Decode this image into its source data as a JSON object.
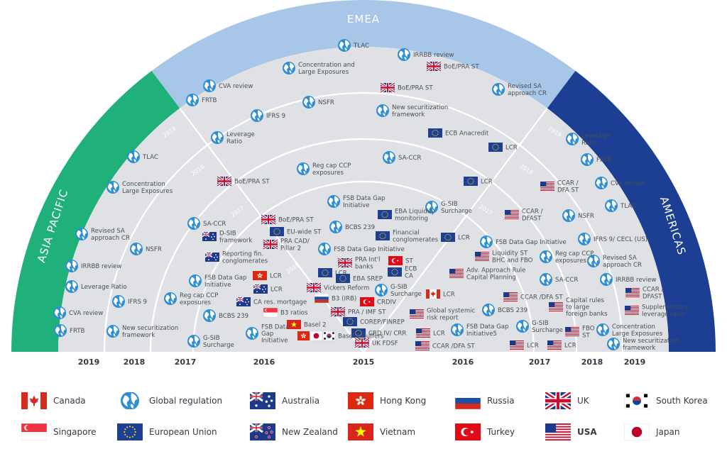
{
  "regions": {
    "emea": "EMEA",
    "asia_pacific": "ASIA PACIFIC",
    "americas": "AMERICAS"
  },
  "bottom_years": [
    "2019",
    "2018",
    "2017",
    "2016",
    "2015",
    "2016",
    "2017",
    "2018",
    "2019"
  ],
  "ring_years": [
    "2019",
    "2018",
    "2017",
    "2016",
    "2017",
    "2018",
    "2019"
  ],
  "items": [
    {
      "lines": [
        "TLAC"
      ],
      "icon": "global"
    },
    {
      "lines": [
        "IRRBB review"
      ],
      "icon": "global"
    },
    {
      "lines": [
        "BoE/PRA ST"
      ],
      "icon": "uk"
    },
    {
      "lines": [
        "Concentration and",
        "Large Exposures"
      ],
      "icon": "global"
    },
    {
      "lines": [
        "CVA review"
      ],
      "icon": "global"
    },
    {
      "lines": [
        "FRTB"
      ],
      "icon": "global"
    },
    {
      "lines": [
        "BoE/PRA ST"
      ],
      "icon": "uk"
    },
    {
      "lines": [
        "Revised SA",
        "approach CR"
      ],
      "icon": "global"
    },
    {
      "lines": [
        "IFRS 9"
      ],
      "icon": "global"
    },
    {
      "lines": [
        "NSFR"
      ],
      "icon": "global"
    },
    {
      "lines": [
        "New securitization",
        "framework"
      ],
      "icon": "global"
    },
    {
      "lines": [
        "Leverage",
        "Ratio"
      ],
      "icon": "global"
    },
    {
      "lines": [
        "ECB Anacredit"
      ],
      "icon": "eu"
    },
    {
      "lines": [
        "LCR"
      ],
      "icon": "eu"
    },
    {
      "lines": [
        "SA-CCR"
      ],
      "icon": "global"
    },
    {
      "lines": [
        "Reg cap CCP",
        "exposures"
      ],
      "icon": "global"
    },
    {
      "lines": [
        "BoE/PRA ST"
      ],
      "icon": "uk"
    },
    {
      "lines": [
        "LCR"
      ],
      "icon": "eu"
    },
    {
      "lines": [
        "FSB Data Gap",
        "Initiative"
      ],
      "icon": "global"
    },
    {
      "lines": [
        "G-SIB",
        "Surcharge"
      ],
      "icon": "global"
    },
    {
      "lines": [
        "EBA Liquidity",
        "monitoring"
      ],
      "icon": "eu"
    },
    {
      "lines": [
        "BoE/PRA ST"
      ],
      "icon": "uk"
    },
    {
      "lines": [
        "BCBS 239"
      ],
      "icon": "global"
    },
    {
      "lines": [
        "EU-wide ST"
      ],
      "icon": "eu"
    },
    {
      "lines": [
        "Financial",
        "conglomerates"
      ],
      "icon": "eu"
    },
    {
      "lines": [
        "LCR"
      ],
      "icon": "eu"
    },
    {
      "lines": [
        "PRA CAD/",
        "Pillar 2"
      ],
      "icon": "uk"
    },
    {
      "lines": [
        "FSB Data Gap Initiative"
      ],
      "icon": "global"
    },
    {
      "lines": [
        "PRA Int'l",
        "banks"
      ],
      "icon": "uk"
    },
    {
      "lines": [
        "ST"
      ],
      "icon": "turkey"
    },
    {
      "lines": [
        "LCR"
      ],
      "icon": "eu"
    },
    {
      "lines": [
        "EBA SREP"
      ],
      "icon": "eu"
    },
    {
      "lines": [
        "ECB",
        "CA"
      ],
      "icon": "eu"
    },
    {
      "lines": [
        "Vickers Reform"
      ],
      "icon": "uk"
    },
    {
      "lines": [
        "G-SIB",
        "Surcharge"
      ],
      "icon": "global"
    },
    {
      "lines": [
        "B3 (IRB)"
      ],
      "icon": "russia"
    },
    {
      "lines": [
        "CRDIV"
      ],
      "icon": "turkey"
    },
    {
      "lines": [
        "PRA / IMF ST"
      ],
      "icon": "uk"
    },
    {
      "lines": [
        "COREP/FINREP"
      ],
      "icon": "eu"
    },
    {
      "lines": [
        "CRD IV/ CRR"
      ],
      "icon": "eu"
    },
    {
      "lines": [
        "UK FDSF"
      ],
      "icon": "uk"
    },
    {
      "lines": [
        "TLAC"
      ],
      "icon": "global"
    },
    {
      "lines": [
        "Concentration",
        "Large Exposures"
      ],
      "icon": "global"
    },
    {
      "lines": [
        "Revised SA",
        "approach CR"
      ],
      "icon": "global"
    },
    {
      "lines": [
        "NSFR"
      ],
      "icon": "global"
    },
    {
      "lines": [
        "IRRBB review"
      ],
      "icon": "global"
    },
    {
      "lines": [
        "Leverage Ratio"
      ],
      "icon": "global"
    },
    {
      "lines": [
        "IFRS 9"
      ],
      "icon": "global"
    },
    {
      "lines": [
        "CVA review"
      ],
      "icon": "global"
    },
    {
      "lines": [
        "FRTB"
      ],
      "icon": "global"
    },
    {
      "lines": [
        "New securitization",
        "framework"
      ],
      "icon": "global"
    },
    {
      "lines": [
        "SA-CCR"
      ],
      "icon": "global"
    },
    {
      "lines": [
        "D-SIB",
        "framework"
      ],
      "icon": "australia"
    },
    {
      "lines": [
        "Reporting fin.",
        "conglomerates"
      ],
      "icon": "australia"
    },
    {
      "lines": [
        "FSB Data Gap",
        "Initiative"
      ],
      "icon": "global"
    },
    {
      "lines": [
        "LCR"
      ],
      "icon": "hongkong"
    },
    {
      "lines": [
        "LCR"
      ],
      "icon": "australia"
    },
    {
      "lines": [
        "Reg cap CCP",
        "exposures"
      ],
      "icon": "global"
    },
    {
      "lines": [
        "CA res. mortgage"
      ],
      "icon": "australia"
    },
    {
      "lines": [
        "BCBS 239"
      ],
      "icon": "global"
    },
    {
      "lines": [
        "B3 ratios"
      ],
      "icon": "singapore"
    },
    {
      "lines": [
        "Basel 2"
      ],
      "icon": "vietnam"
    },
    {
      "lines": [
        "FSB Data",
        "Gap",
        "Initiative"
      ],
      "icon": "global"
    },
    {
      "lines": [
        "G-SIB",
        "Surcharge"
      ],
      "icon": "global"
    },
    {
      "lines": [
        "Basel 3 buffers"
      ],
      "icon": "hk-jp-kr"
    },
    {
      "lines": [
        "Leverage",
        "Ratio"
      ],
      "icon": "global"
    },
    {
      "lines": [
        "FRTB"
      ],
      "icon": "global"
    },
    {
      "lines": [
        "CVA review"
      ],
      "icon": "global"
    },
    {
      "lines": [
        "TLAC"
      ],
      "icon": "global"
    },
    {
      "lines": [
        "CCAR /",
        "DFA ST"
      ],
      "icon": "usa"
    },
    {
      "lines": [
        "NSFR"
      ],
      "icon": "global"
    },
    {
      "lines": [
        "CCAR /",
        "DFAST"
      ],
      "icon": "usa"
    },
    {
      "lines": [
        "IFRS 9/ CECL (US)"
      ],
      "icon": "global"
    },
    {
      "lines": [
        "FSB Data Gap Initiative"
      ],
      "icon": "global"
    },
    {
      "lines": [
        "Liquidity ST",
        "BHC and FBO"
      ],
      "icon": "usa"
    },
    {
      "lines": [
        "Reg cap CCP",
        "exposures"
      ],
      "icon": "global"
    },
    {
      "lines": [
        "Revised SA",
        "approach CR"
      ],
      "icon": "global"
    },
    {
      "lines": [
        "SA-CCR"
      ],
      "icon": "global"
    },
    {
      "lines": [
        "Adv. Approach Rule",
        "Capital Planning"
      ],
      "icon": "usa"
    },
    {
      "lines": [
        "IRRBB review"
      ],
      "icon": "global"
    },
    {
      "lines": [
        "CCAR /DFA ST"
      ],
      "icon": "usa"
    },
    {
      "lines": [
        "LCR"
      ],
      "icon": "canada"
    },
    {
      "lines": [
        "CCAR /",
        "DFAST"
      ],
      "icon": "usa"
    },
    {
      "lines": [
        "BCBS 239"
      ],
      "icon": "global"
    },
    {
      "lines": [
        "Capital rules",
        "to large",
        "foreign banks"
      ],
      "icon": "usa"
    },
    {
      "lines": [
        "Supplementary",
        "leverage ratio"
      ],
      "icon": "usa"
    },
    {
      "lines": [
        "Global systemic",
        "risk report"
      ],
      "icon": "usa"
    },
    {
      "lines": [
        "G-SIB",
        "Surcharge"
      ],
      "icon": "global"
    },
    {
      "lines": [
        "Concentration",
        "Large Exposures"
      ],
      "icon": "global"
    },
    {
      "lines": [
        "FSB Data Gap",
        "Initiative5"
      ],
      "icon": "global"
    },
    {
      "lines": [
        "FBO",
        "ST"
      ],
      "icon": "usa"
    },
    {
      "lines": [
        "LCR"
      ],
      "icon": "usa"
    },
    {
      "lines": [
        "New securitization",
        "framework"
      ],
      "icon": "global"
    },
    {
      "lines": [
        "LCR"
      ],
      "icon": "usa"
    },
    {
      "lines": [
        "LCR"
      ],
      "icon": "usa"
    },
    {
      "lines": [
        "CCAR /DFA ST"
      ],
      "icon": "usa"
    }
  ],
  "legend": [
    {
      "label": "Canada",
      "icon": "canada"
    },
    {
      "label": "Global regulation",
      "icon": "global"
    },
    {
      "label": "Australia",
      "icon": "australia"
    },
    {
      "label": "Hong Kong",
      "icon": "hongkong"
    },
    {
      "label": "Russia",
      "icon": "russia"
    },
    {
      "label": "UK",
      "icon": "uk"
    },
    {
      "label": "South Korea",
      "icon": "southkorea"
    },
    {
      "label": "Singapore",
      "icon": "singapore"
    },
    {
      "label": "European Union",
      "icon": "eu"
    },
    {
      "label": "New Zealand",
      "icon": "newzealand"
    },
    {
      "label": "Vietnam",
      "icon": "vietnam"
    },
    {
      "label": "Turkey",
      "icon": "turkey"
    },
    {
      "label": "USA",
      "icon": "usa"
    },
    {
      "label": "Japan",
      "icon": "japan"
    }
  ],
  "colors": {
    "emea": "#a7c6e8",
    "asia_pacific": "#20b07a",
    "americas": "#1c3f94",
    "ring_fill": "#dfe1e4",
    "ring_line": "#ffffff",
    "global_icon": "#2f8fd0"
  }
}
